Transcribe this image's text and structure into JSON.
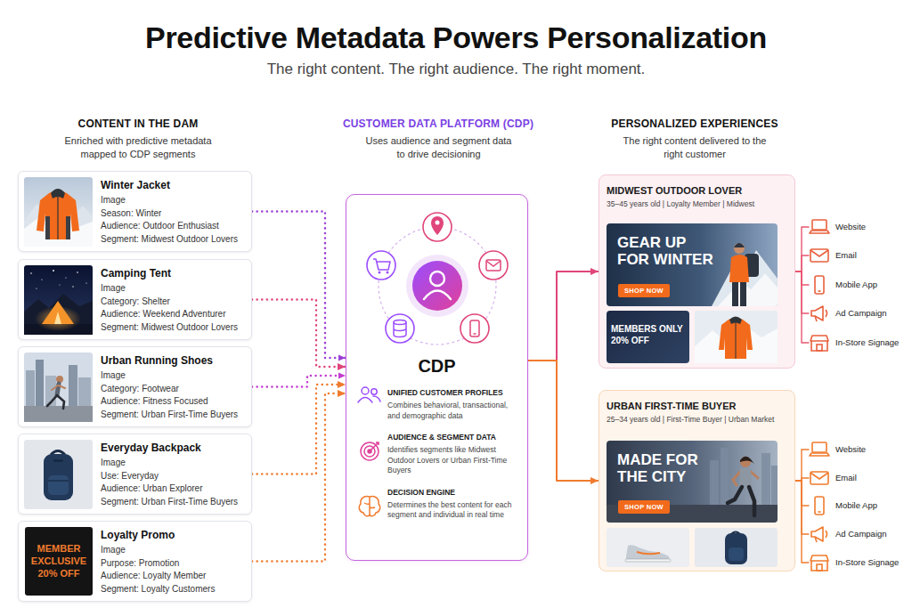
{
  "diagram": {
    "title": "Predictive Metadata Powers Personalization",
    "caption": "The right content. The right audience. The right moment.",
    "nodes": [
      {
        "text": [
          "Winter Jacket",
          "Image",
          "Season: Winter",
          "Audience: Outdoor Enthusiast",
          "Segment: Midwest Outdoor Lovers"
        ]
      },
      {
        "text": [
          "Camping Tent",
          "Image",
          "Category: Shelter",
          "Audience: Weekend Adventurer",
          "Segment: Midwest Outdoor Lovers"
        ]
      },
      {
        "text": [
          "Urban Running Shoes",
          "Image",
          "Category: Footwear",
          "Audience: Fitness Focused",
          "Segment: Urban First-Time Buyers"
        ]
      },
      {
        "text": [
          "Everyday Backpack",
          "Image",
          "Use: Everyday",
          "Audience: Urban Explorer",
          "Segment: Urban First-Time Buyers"
        ]
      },
      {
        "text": [
          "Loyalty Promo",
          "Image",
          "Purpose: Promotion",
          "Audience: Loyalty Member",
          "Segment: Loyalty Customers"
        ]
      },
      {
        "text": [
          "MEMBER EXCLUSIVE 20% OFF"
        ],
        "in": 4
      },
      {
        "text": [
          "CDP",
          "UNIFIED CUSTOMER PROFILES",
          "Combines behavioral, transactional, and demographic data",
          "AUDIENCE & SEGMENT DATA",
          "Identifies segments like Midwest Outdoor Lovers or Urban First-Time Buyers",
          "DECISION ENGINE",
          "Determines the best content for each segment and individual in real time"
        ]
      },
      {
        "text": [
          "MIDWEST OUTDOOR LOVER",
          "35–45 years old | Loyalty Member | Midwest"
        ]
      },
      {
        "text": [
          "GEAR UP FOR WINTER"
        ],
        "in": 7
      },
      {
        "text": [
          "SHOP NOW"
        ],
        "in": 8
      },
      {
        "text": [
          "MEMBERS ONLY 20% OFF"
        ],
        "in": 7
      },
      {
        "text": [
          "Website"
        ]
      },
      {
        "text": [
          "Email"
        ]
      },
      {
        "text": [
          "Mobile App"
        ]
      },
      {
        "text": [
          "Ad Campaign"
        ]
      },
      {
        "text": [
          "In-Store Signage"
        ]
      },
      {
        "text": [
          "URBAN FIRST-TIME BUYER",
          "25–34 years old | First-Time Buyer | Urban Market"
        ]
      },
      {
        "text": [
          "MADE FOR THE CITY"
        ],
        "in": 16
      },
      {
        "text": [
          "SHOP NOW"
        ],
        "in": 17
      },
      {
        "text": [
          "Website"
        ]
      },
      {
        "text": [
          "Email"
        ]
      },
      {
        "text": [
          "Mobile App"
        ]
      },
      {
        "text": [
          "Ad Campaign"
        ]
      },
      {
        "text": [
          "In-Store Signage"
        ]
      }
    ],
    "edges": [
      {
        "from": 0,
        "to": 6,
        "arrow": "to"
      },
      {
        "from": 1,
        "to": 6,
        "arrow": "to"
      },
      {
        "from": 2,
        "to": 6,
        "arrow": "to"
      },
      {
        "from": 3,
        "to": 6,
        "arrow": "to"
      },
      {
        "from": 4,
        "to": 6,
        "arrow": "to"
      },
      {
        "from": 6,
        "to": 7,
        "arrow": "to"
      },
      {
        "from": 6,
        "to": 16,
        "arrow": "to"
      },
      {
        "from": 7,
        "to": 11,
        "arrow": "none"
      },
      {
        "from": 7,
        "to": 12,
        "arrow": "none"
      },
      {
        "from": 7,
        "to": 13,
        "arrow": "none"
      },
      {
        "from": 7,
        "to": 14,
        "arrow": "none"
      },
      {
        "from": 7,
        "to": 15,
        "arrow": "none"
      },
      {
        "from": 16,
        "to": 19,
        "arrow": "none"
      },
      {
        "from": 16,
        "to": 20,
        "arrow": "none"
      },
      {
        "from": 16,
        "to": 21,
        "arrow": "none"
      },
      {
        "from": 16,
        "to": 22,
        "arrow": "none"
      },
      {
        "from": 16,
        "to": 23,
        "arrow": "none"
      }
    ],
    "labels": [
      "CONTENT IN THE DAM",
      "Enriched with predictive metadata mapped to CDP segments",
      "CUSTOMER DATA PLATFORM (CDP)",
      "Uses audience and segment data to drive decisioning",
      "PERSONALIZED EXPERIENCES",
      "The right content delivered to the right customer"
    ]
  }
}
